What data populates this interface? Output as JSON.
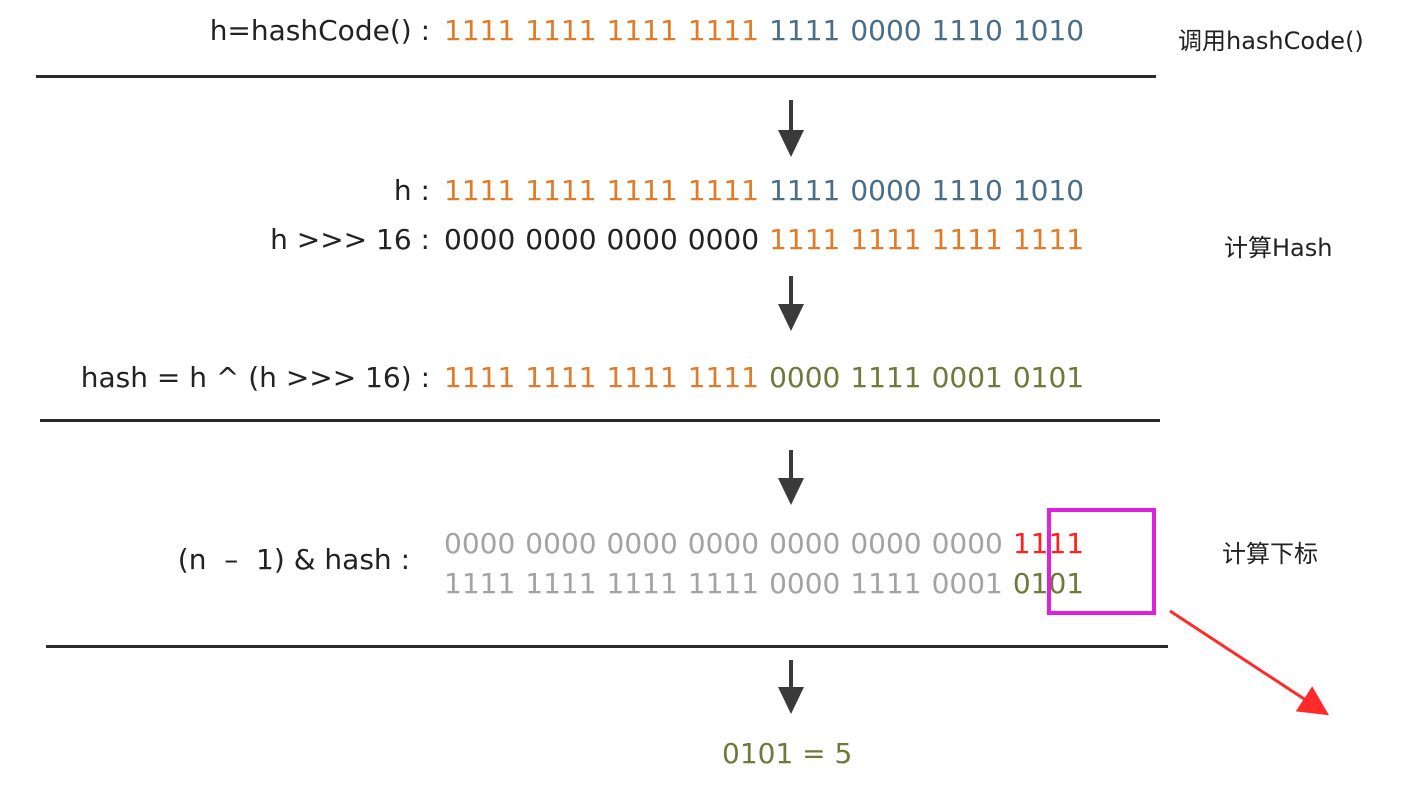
{
  "colors": {
    "orange": "#e07b2a",
    "blue": "#4a6d8a",
    "black": "#222222",
    "olive": "#6e7a3a",
    "gray": "#a3a3a3",
    "red": "#ff2020",
    "magenta": "#e020e0",
    "arrow": "#3a3a3a"
  },
  "rows": {
    "r1": {
      "label": "h=hashCode() :",
      "groups": [
        {
          "t": "1111",
          "c": "orange"
        },
        {
          "t": "1111",
          "c": "orange"
        },
        {
          "t": "1111",
          "c": "orange"
        },
        {
          "t": "1111",
          "c": "orange"
        },
        {
          "t": "1111",
          "c": "blue"
        },
        {
          "t": "0000",
          "c": "blue"
        },
        {
          "t": "1110",
          "c": "blue"
        },
        {
          "t": "1010",
          "c": "blue"
        }
      ]
    },
    "r2": {
      "label": "h :",
      "groups": [
        {
          "t": "1111",
          "c": "orange"
        },
        {
          "t": "1111",
          "c": "orange"
        },
        {
          "t": "1111",
          "c": "orange"
        },
        {
          "t": "1111",
          "c": "orange"
        },
        {
          "t": "1111",
          "c": "blue"
        },
        {
          "t": "0000",
          "c": "blue"
        },
        {
          "t": "1110",
          "c": "blue"
        },
        {
          "t": "1010",
          "c": "blue"
        }
      ]
    },
    "r3": {
      "label": "h >>> 16 :",
      "groups": [
        {
          "t": "0000",
          "c": "black"
        },
        {
          "t": "0000",
          "c": "black"
        },
        {
          "t": "0000",
          "c": "black"
        },
        {
          "t": "0000",
          "c": "black"
        },
        {
          "t": "1111",
          "c": "orange"
        },
        {
          "t": "1111",
          "c": "orange"
        },
        {
          "t": "1111",
          "c": "orange"
        },
        {
          "t": "1111",
          "c": "orange"
        }
      ]
    },
    "r4": {
      "label": "hash = h ^ (h >>> 16) :",
      "groups": [
        {
          "t": "1111",
          "c": "orange"
        },
        {
          "t": "1111",
          "c": "orange"
        },
        {
          "t": "1111",
          "c": "orange"
        },
        {
          "t": "1111",
          "c": "orange"
        },
        {
          "t": "0000",
          "c": "olive"
        },
        {
          "t": "1111",
          "c": "olive"
        },
        {
          "t": "0001",
          "c": "olive"
        },
        {
          "t": "0101",
          "c": "olive"
        }
      ]
    },
    "r5": {
      "label": "(n  –  1) & hash :",
      "groups": [
        {
          "t": "0000",
          "c": "gray"
        },
        {
          "t": "0000",
          "c": "gray"
        },
        {
          "t": "0000",
          "c": "gray"
        },
        {
          "t": "0000",
          "c": "gray"
        },
        {
          "t": "0000",
          "c": "gray"
        },
        {
          "t": "0000",
          "c": "gray"
        },
        {
          "t": "0000",
          "c": "gray"
        },
        {
          "t": "1111",
          "c": "red"
        }
      ]
    },
    "r6": {
      "label": "",
      "groups": [
        {
          "t": "1111",
          "c": "gray"
        },
        {
          "t": "1111",
          "c": "gray"
        },
        {
          "t": "1111",
          "c": "gray"
        },
        {
          "t": "1111",
          "c": "gray"
        },
        {
          "t": "0000",
          "c": "gray"
        },
        {
          "t": "1111",
          "c": "gray"
        },
        {
          "t": "0001",
          "c": "gray"
        },
        {
          "t": "0101",
          "c": "olive"
        }
      ]
    }
  },
  "side": {
    "s1": "调用hashCode()",
    "s2": "计算Hash",
    "s3": "计算下标"
  },
  "result": "0101 = 5"
}
